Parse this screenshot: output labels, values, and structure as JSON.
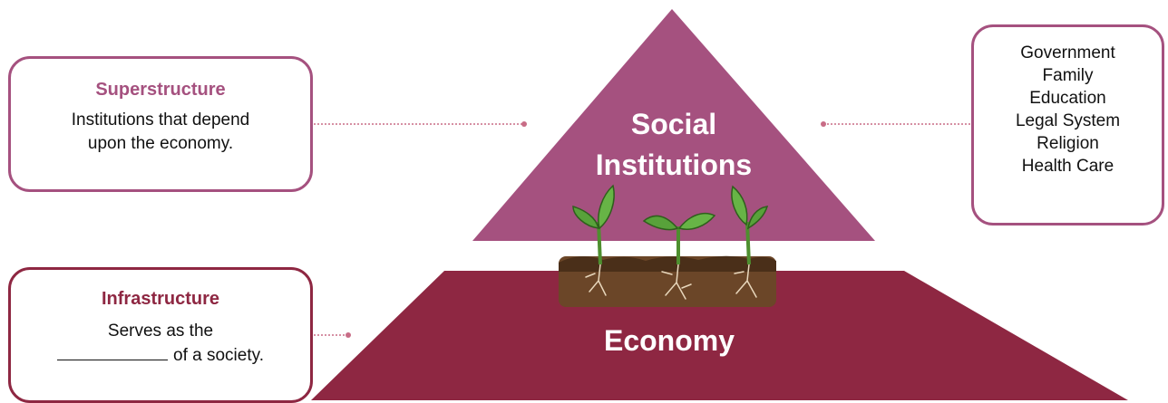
{
  "superstructure": {
    "title": "Superstructure",
    "line1": "Institutions that depend",
    "line2": "upon the economy."
  },
  "infrastructure": {
    "title": "Infrastructure",
    "line1": "Serves as the",
    "line2": "of a society."
  },
  "pyramid": {
    "top_label_line1": "Social",
    "top_label_line2": "Institutions",
    "base_label": "Economy"
  },
  "institutions": [
    "Government",
    "Family",
    "Education",
    "Legal System",
    "Religion",
    "Health Care"
  ],
  "colors": {
    "top_triangle": "#a5517f",
    "base_trapezoid": "#8e2742",
    "connector": "#c86c86",
    "soil": "#6b4628",
    "leaf": "#58a23a"
  }
}
